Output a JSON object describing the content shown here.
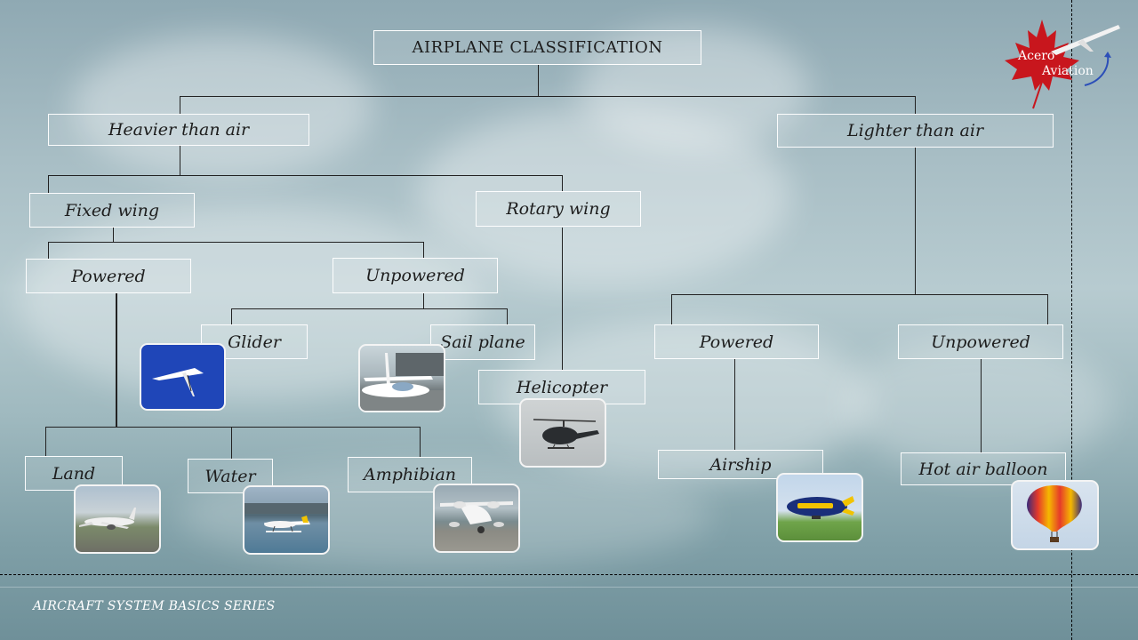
{
  "title": "AIRPLANE CLASSIFICATION",
  "footer": "AIRCRAFT SYSTEM BASICS SERIES",
  "logo": {
    "line1": "Acero",
    "line2": "Aviation"
  },
  "nodes": {
    "heavier": "Heavier than air",
    "lighter": "Lighter than air",
    "fixed_wing": "Fixed wing",
    "rotary_wing": "Rotary wing",
    "powered_fixed": "Powered",
    "unpowered_fixed": "Unpowered",
    "glider": "Glider",
    "sail_plane": "Sail plane",
    "helicopter": "Helicopter",
    "land": "Land",
    "water": "Water",
    "amphibian": "Amphibian",
    "powered_lighter": "Powered",
    "unpowered_lighter": "Unpowered",
    "airship": "Airship",
    "hot_air_balloon": "Hot air balloon"
  },
  "colors": {
    "glider_bg": "#1f46b8",
    "logo_leaf": "#c8161d",
    "airship_blue": "#1a2f7a",
    "airship_yellow": "#f2c300"
  }
}
